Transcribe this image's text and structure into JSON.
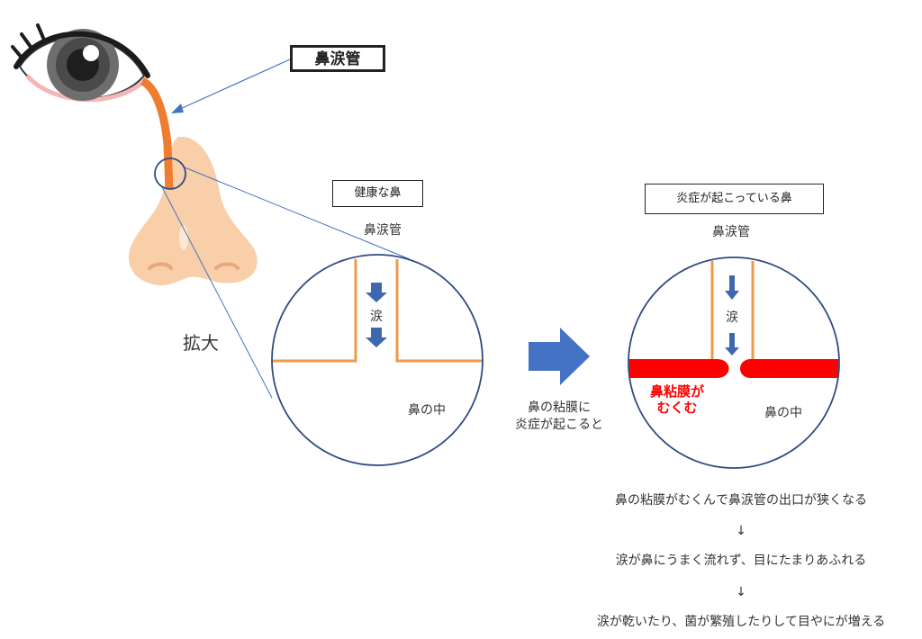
{
  "title_label": "鼻涙管",
  "zoom_label": "拡大",
  "arrow_caption": [
    "鼻の粘膜に",
    "炎症が起こると"
  ],
  "healthy": {
    "box_label": "健康な鼻",
    "duct_label": "鼻涙管",
    "tear_label": "涙",
    "inside_label": "鼻の中"
  },
  "inflamed": {
    "box_label": "炎症が起こっている鼻",
    "duct_label": "鼻涙管",
    "tear_label": "涙",
    "swelling_label": [
      "鼻粘膜が",
      "むくむ"
    ],
    "inside_label": "鼻の中"
  },
  "steps": [
    "鼻の粘膜がむくんで鼻涙管の出口が狭くなる",
    "↓",
    "涙が鼻にうまく流れず、目にたまりあふれる",
    "↓",
    "涙が乾いたり、菌が繁殖したりして目やにが増える"
  ],
  "colors": {
    "duct_orange": "#ee7d31",
    "circle_blue": "#2f4a82",
    "arrow_blue": "#4472c4",
    "swelling_red": "#ff0000",
    "skin": "#f8cfa8"
  }
}
